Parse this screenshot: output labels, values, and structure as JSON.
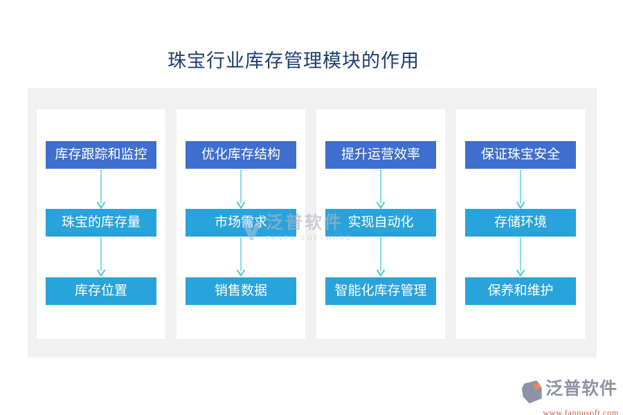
{
  "title": "珠宝行业库存管理模块的作用",
  "diagram": {
    "columns": [
      {
        "boxes": [
          "库存跟踪和监控",
          "珠宝的库存量",
          "库存位置"
        ]
      },
      {
        "boxes": [
          "优化库存结构",
          "市场需求",
          "销售数据"
        ]
      },
      {
        "boxes": [
          "提升运营效率",
          "实现自动化",
          "智能化库存管理"
        ]
      },
      {
        "boxes": [
          "保证珠宝安全",
          "存储环境",
          "保养和维护"
        ]
      }
    ]
  },
  "watermark": {
    "brand_cn": "泛普软件",
    "brand_en": "FANPU SOFTWARE"
  },
  "footer": {
    "brand": "泛普软件",
    "url": "www.fanpusoft.com"
  },
  "icons": {
    "arrow_down": "teal downward arrow connector",
    "fanpu_logo": "gray hexagon with orange crescent",
    "watermark_mark": "light blue V check mark"
  },
  "colors": {
    "title_text": "#1C3D6E",
    "primary_box": "#3F6FCE",
    "secondary_box": "#29A3DB",
    "arrow_line": "#8ADEE3",
    "arrow_head": "#46C8D2",
    "panel_bg": "#F1F1F1",
    "column_bg": "#FFFFFF",
    "brand_gray": "#8D93A6",
    "brand_orange": "#CC6049"
  }
}
